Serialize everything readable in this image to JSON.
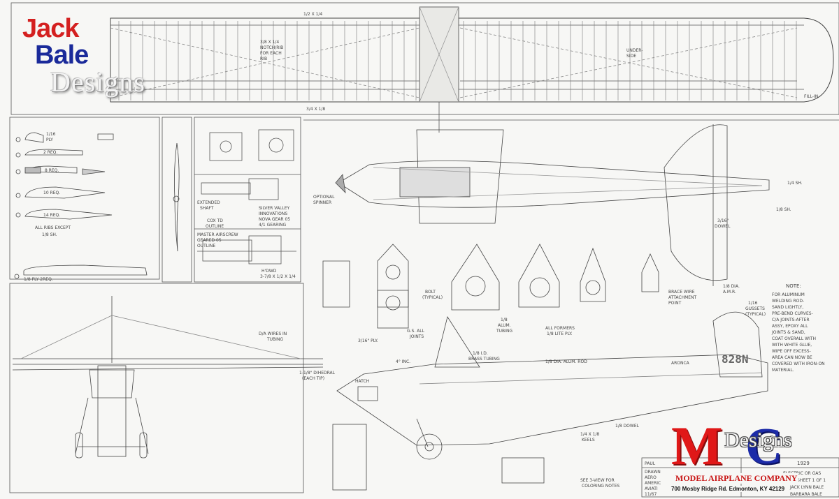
{
  "logos": {
    "jack_bale": {
      "line1": "Jack",
      "line2": "Bale",
      "line3": "Designs"
    },
    "mac": {
      "letter1": "M",
      "letter2": "C",
      "designs": "Designs",
      "company": "MODEL AIRPLANE COMPANY",
      "address": "700 Mosby Ridge Rd. Edmonton, KY 42129"
    }
  },
  "wing": {
    "spar_top": "1/2 X 1/4",
    "notch_note_1": "3/8 X 1/4",
    "notch_note_2": "NOTCH/RIB",
    "notch_note_3": "FOR EACH",
    "notch_note_4": "RIB",
    "underside_1": "UNDER-",
    "underside_2": "SIDE",
    "fill_in": "FILL-IN",
    "trailing": "3/4 X 1/8"
  },
  "ribs": {
    "a_label": "1/16",
    "a_label2": "PLY",
    "r2": "2 REQ.",
    "r3": "8 REQ.",
    "r4": "10 REQ.",
    "r5": "14 REQ.",
    "all_ribs_1": "ALL RIBS EXCEPT",
    "all_ribs_2": "1/8 SH.",
    "tip": "1/8 PLY 2REQ."
  },
  "motor": {
    "extended_1": "EXTENDED",
    "extended_2": "SHAFT",
    "cox_1": "COX TD",
    "cox_2": "OUTLINE",
    "silver_1": "SILVER VALLEY",
    "silver_2": "INNOVATIONS",
    "silver_3": "NOVA GEAR 05",
    "silver_4": "4/1 GEARING",
    "master_1": "MASTER AIRSCREW",
    "master_2": "GEARED 05",
    "master_3": "OUTLINE",
    "hdwd": "H'DWD",
    "hdwd_2": "3-7/8 X 1/2 X 1/4"
  },
  "fuselage": {
    "spinner_1": "OPTIONAL",
    "spinner_2": "SPINNER",
    "sh_right": "1/4 SH.",
    "sh_right2": "1/8 SH.",
    "dowel": "3/16\"",
    "dowel2": "DOWEL",
    "brace_1": "BRACE WIRE",
    "brace_2": "ATTACHMENT",
    "brace_3": "POINT",
    "dia_amr": "1/8 DIA.",
    "dia_amr2": "A.M.R.",
    "gussets_1": "1/16",
    "gussets_2": "GUSSETS",
    "gussets_3": "(TYPICAL)",
    "bolt_1": "BOLT",
    "bolt_2": "(TYPICAL)",
    "alum_1": "1/8",
    "alum_2": "ALUM.",
    "alum_3": "TUBING",
    "formers_1": "ALL FORMERS",
    "formers_2": "1/8 LITE PLY.",
    "gs_1": "G.S. ALL",
    "gs_2": "JOINTS",
    "ply_316": "3/16\" PLY.",
    "inc": "4° INC.",
    "brass_1": "1/8 I.D.",
    "brass_2": "BRASS TUBING",
    "alum_rod": "1/8 DIA. ALUM. ROD",
    "hatch": "HATCH",
    "dowel_low": "1/8 DOWEL",
    "keels_1": "1/4 X 1/8",
    "keels_2": "KEELS",
    "three_view_1": "SEE 3-VIEW FOR",
    "three_view_2": "COLORING NOTES",
    "reg": "828N",
    "brand": "ARONCA"
  },
  "front_view": {
    "wires_1": "D/A WIRES IN",
    "wires_2": "TUBING",
    "dihedral_1": "1-1/8\" DIHEDRAL",
    "dihedral_2": "(EACH TIP)"
  },
  "note": {
    "title": "NOTE:",
    "body": [
      "FOR ALUMINUM",
      "WELDING ROD-",
      "SAND LIGHTLY,",
      "PRE-BEND CURVES-",
      "C/A JOINTS-AFTER",
      "ASSY, EPOXY ALL",
      "JOINTS & SAND,",
      "COAT OVERALL WITH",
      "WITH WHITE GLUE,",
      "WIPE OFF EXCESS-",
      "AREA CAN NOW BE",
      "COVERED WITH IRON-ON",
      "MATERIAL."
    ]
  },
  "title_block": {
    "l1": "PAUL",
    "l2": "DRAWN",
    "l3": "AERO",
    "l4": "AMERIC",
    "l5": "AVIATI",
    "l6": "11/67",
    "r1": "1929",
    "r2": "ELECTRIC OR GAS",
    "r3": "SHEET 1 OF 1",
    "r4": "JACK LYNN BALE",
    "r5": "BARBARA BALE"
  }
}
